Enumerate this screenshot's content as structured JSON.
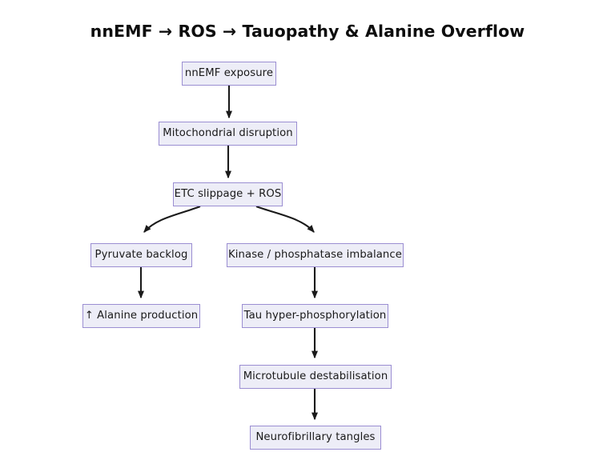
{
  "page": {
    "title": "nnEMF → ROS → Tauopathy & Alanine Overflow",
    "background_color": "#ffffff",
    "node_fill_color": "#ededf7",
    "node_border_color": "#9b8ed2",
    "edge_color": "#1a1a1a",
    "text_color": "#1a1a1a"
  },
  "nodes": [
    {
      "id": "nnemf_exposure",
      "label": "nnEMF exposure"
    },
    {
      "id": "mito_disruption",
      "label": "Mitochondrial disruption"
    },
    {
      "id": "etc_slippage",
      "label": "ETC slippage + ROS"
    },
    {
      "id": "pyruvate_backlog",
      "label": "Pyruvate backlog"
    },
    {
      "id": "kinase_imbalance",
      "label": "Kinase / phosphatase imbalance"
    },
    {
      "id": "alanine_production",
      "label": "↑ Alanine production"
    },
    {
      "id": "tau_hyperphos",
      "label": "Tau hyper-phosphorylation"
    },
    {
      "id": "microtubule_destab",
      "label": "Microtubule destabilisation"
    },
    {
      "id": "neurofibrillary",
      "label": "Neurofibrillary tangles"
    }
  ],
  "edges": [
    {
      "from": "nnemf_exposure",
      "to": "mito_disruption",
      "style": "straight"
    },
    {
      "from": "mito_disruption",
      "to": "etc_slippage",
      "style": "straight"
    },
    {
      "from": "etc_slippage",
      "to": "pyruvate_backlog",
      "style": "curved-left"
    },
    {
      "from": "etc_slippage",
      "to": "kinase_imbalance",
      "style": "curved-right"
    },
    {
      "from": "pyruvate_backlog",
      "to": "alanine_production",
      "style": "straight"
    },
    {
      "from": "kinase_imbalance",
      "to": "tau_hyperphos",
      "style": "straight"
    },
    {
      "from": "tau_hyperphos",
      "to": "microtubule_destab",
      "style": "straight"
    },
    {
      "from": "microtubule_destab",
      "to": "neurofibrillary",
      "style": "straight"
    }
  ]
}
